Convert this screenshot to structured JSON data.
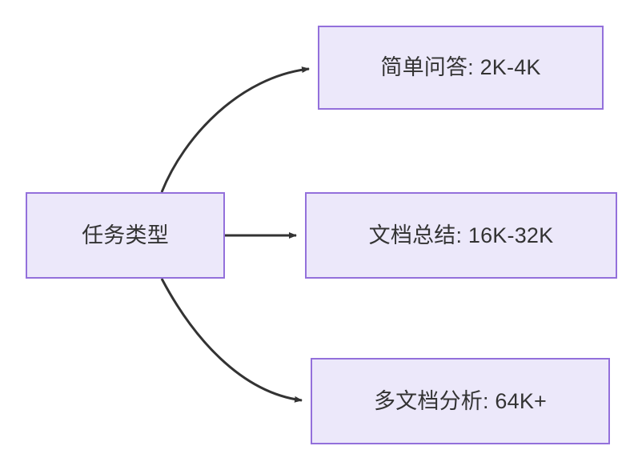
{
  "diagram": {
    "type": "flowchart",
    "direction": "left-to-right",
    "background_color": "#ffffff",
    "node_fill_color": "#ece8fa",
    "node_border_color": "#9370db",
    "node_text_color": "#333333",
    "edge_color": "#333333",
    "nodes": [
      {
        "id": "root",
        "label": "任务类型"
      },
      {
        "id": "simple_qa",
        "label": "简单问答: 2K-4K"
      },
      {
        "id": "doc_summary",
        "label": "文档总结: 16K-32K"
      },
      {
        "id": "multi_doc",
        "label": "多文档分析: 64K+"
      }
    ],
    "edges": [
      {
        "from": "root",
        "to": "simple_qa",
        "style": "curved-arrow",
        "label": ""
      },
      {
        "from": "root",
        "to": "doc_summary",
        "style": "straight-arrow",
        "label": ""
      },
      {
        "from": "root",
        "to": "multi_doc",
        "style": "curved-arrow",
        "label": ""
      }
    ]
  }
}
